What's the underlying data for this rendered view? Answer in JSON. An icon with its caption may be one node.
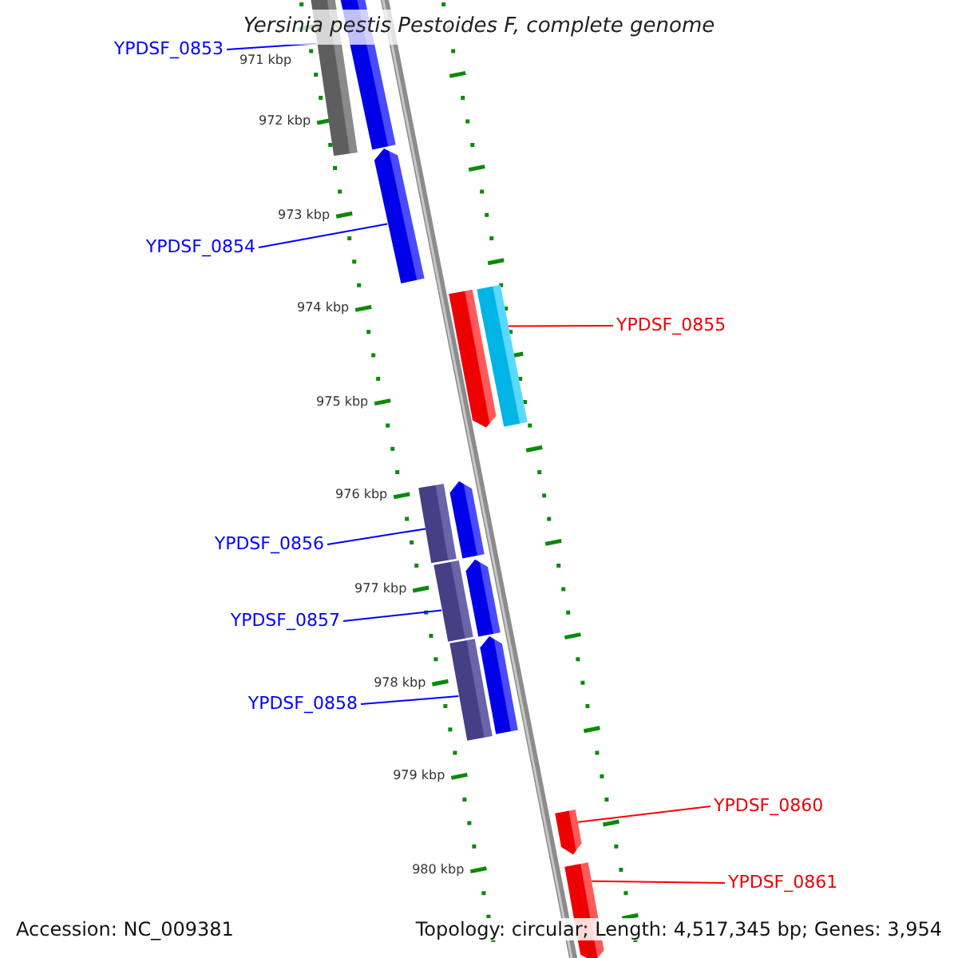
{
  "diagram": {
    "title": "Yersinia pestis Pestoides F, complete genome",
    "nodes": [
      {
        "text": [
          "YPDSF_0853"
        ]
      },
      {
        "text": [],
        "shape": "bar"
      },
      {
        "text": [],
        "shape": "bar"
      },
      {
        "text": [
          "YPDSF_0854"
        ]
      },
      {
        "text": [],
        "shape": "arrow"
      },
      {
        "text": [],
        "shape": "arrow"
      },
      {
        "text": [],
        "shape": "bar"
      },
      {
        "text": [
          "YPDSF_0855"
        ]
      },
      {
        "text": [
          "YPDSF_0856"
        ]
      },
      {
        "text": [],
        "shape": "bar"
      },
      {
        "text": [],
        "shape": "arrow"
      },
      {
        "text": [
          "YPDSF_0857"
        ]
      },
      {
        "text": [],
        "shape": "bar"
      },
      {
        "text": [],
        "shape": "arrow"
      },
      {
        "text": [
          "YPDSF_0858"
        ]
      },
      {
        "text": [],
        "shape": "bar"
      },
      {
        "text": [],
        "shape": "arrow"
      },
      {
        "text": [],
        "shape": "arrow"
      },
      {
        "text": [
          "YPDSF_0860"
        ]
      },
      {
        "text": [],
        "shape": "arrow"
      },
      {
        "text": [
          "YPDSF_0861"
        ]
      }
    ],
    "edges": [
      {
        "from": 0,
        "to": 1,
        "arrow": "none"
      },
      {
        "from": 3,
        "to": 4,
        "arrow": "none"
      },
      {
        "from": 7,
        "to": 6,
        "arrow": "none",
        "color": "#ff0000"
      },
      {
        "from": 8,
        "to": 9,
        "arrow": "none"
      },
      {
        "from": 11,
        "to": 12,
        "arrow": "none"
      },
      {
        "from": 14,
        "to": 15,
        "arrow": "none"
      },
      {
        "from": 18,
        "to": 17,
        "arrow": "none",
        "color": "#ff0000"
      },
      {
        "from": 20,
        "to": 19,
        "arrow": "none",
        "color": "#ff0000"
      }
    ],
    "labels": [
      "971 kbp",
      "972 kbp",
      "973 kbp",
      "974 kbp",
      "975 kbp",
      "976 kbp",
      "977 kbp",
      "978 kbp",
      "979 kbp",
      "980 kbp",
      "Accession: NC_009381",
      "Topology: circular; Length: 4,517,345 bp; Genes: 3,954"
    ]
  }
}
